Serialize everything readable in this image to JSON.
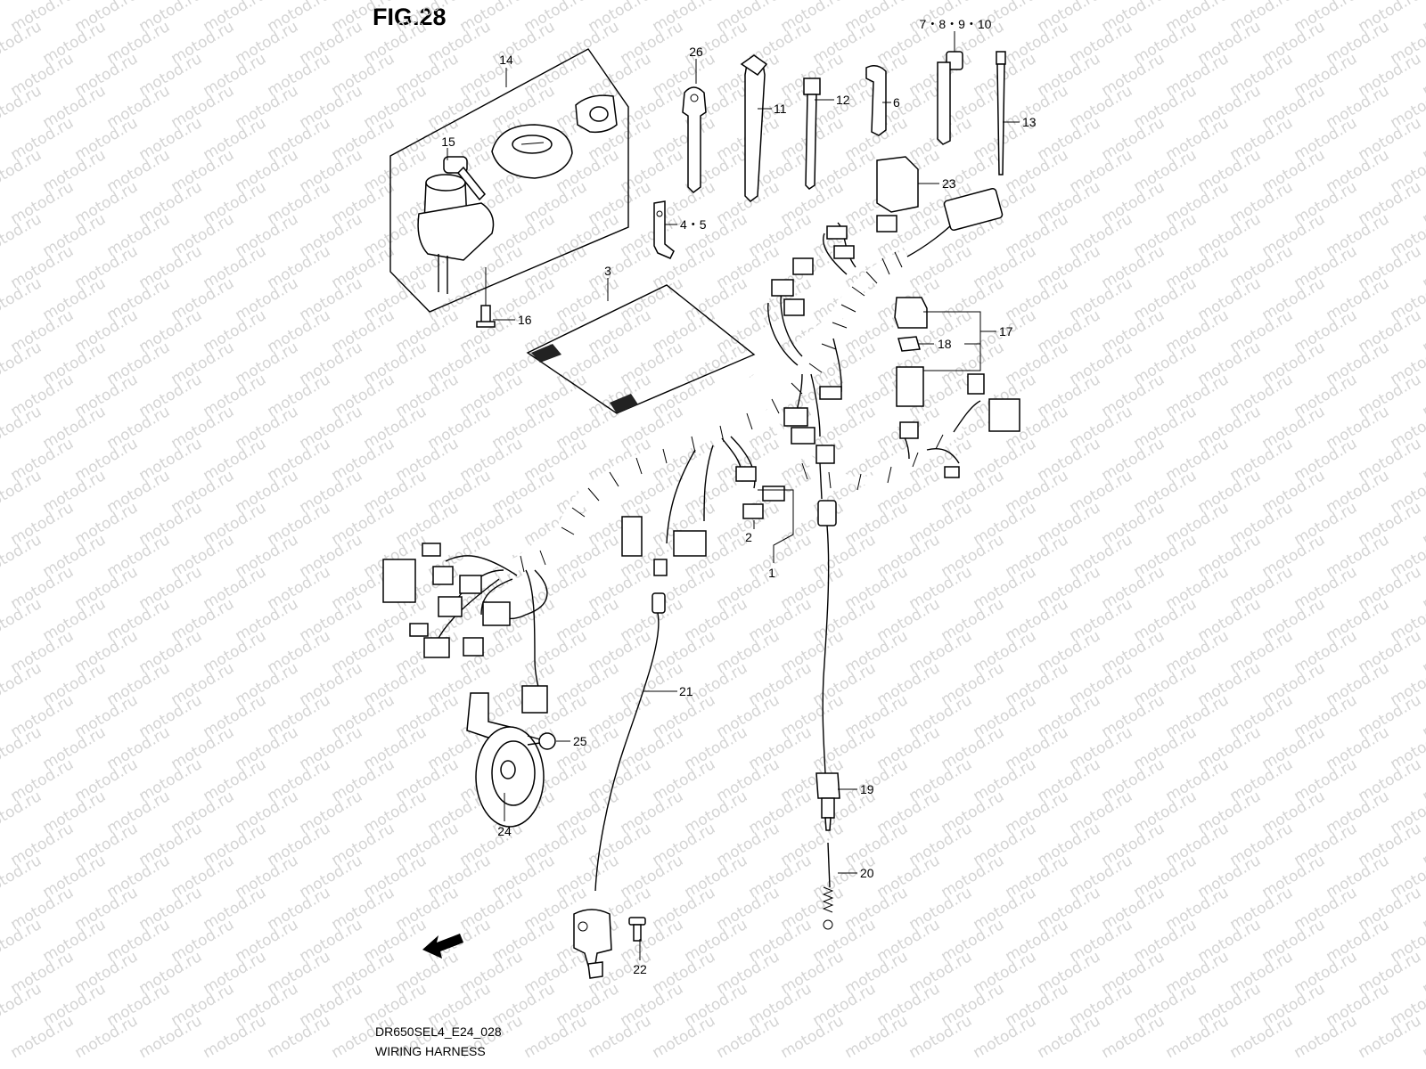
{
  "figure": {
    "title": "FIG.28",
    "code": "DR650SEL4_E24_028",
    "name": "WIRING HARNESS",
    "direction_label": "FWD",
    "watermark": "motod.ru"
  },
  "callouts": [
    {
      "id": "c1",
      "text": "1"
    },
    {
      "id": "c2",
      "text": "2"
    },
    {
      "id": "c3",
      "text": "3"
    },
    {
      "id": "c45",
      "text": "4・5"
    },
    {
      "id": "c6",
      "text": "6"
    },
    {
      "id": "c78910",
      "text": "7・8・9・10"
    },
    {
      "id": "c11",
      "text": "11"
    },
    {
      "id": "c12",
      "text": "12"
    },
    {
      "id": "c13",
      "text": "13"
    },
    {
      "id": "c14",
      "text": "14"
    },
    {
      "id": "c15",
      "text": "15"
    },
    {
      "id": "c16",
      "text": "16"
    },
    {
      "id": "c17",
      "text": "17"
    },
    {
      "id": "c18",
      "text": "18"
    },
    {
      "id": "c19",
      "text": "19"
    },
    {
      "id": "c20",
      "text": "20"
    },
    {
      "id": "c21",
      "text": "21"
    },
    {
      "id": "c22",
      "text": "22"
    },
    {
      "id": "c23",
      "text": "23"
    },
    {
      "id": "c24",
      "text": "24"
    },
    {
      "id": "c25",
      "text": "25"
    },
    {
      "id": "c26",
      "text": "26"
    }
  ],
  "colors": {
    "line": "#000000",
    "background": "#ffffff",
    "watermark": "#d4d4d4"
  },
  "icons": [
    "fwd-arrow-icon"
  ]
}
